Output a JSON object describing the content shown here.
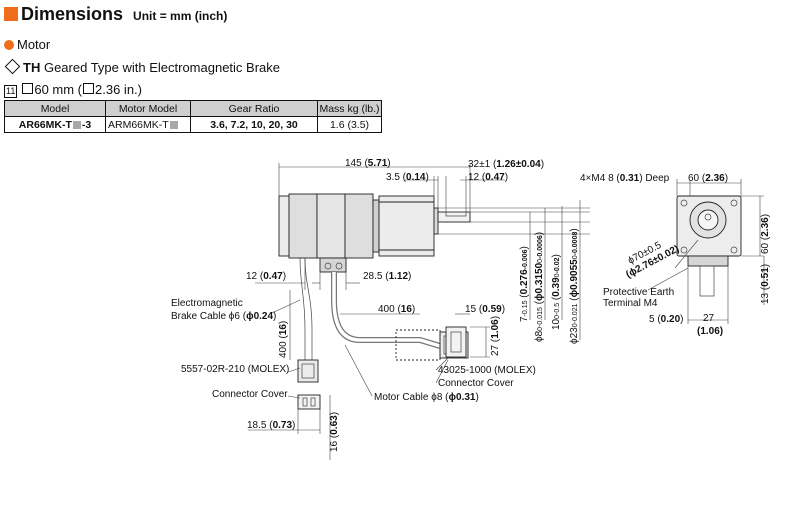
{
  "header": {
    "title": "Dimensions",
    "unit": "Unit = mm (inch)"
  },
  "category": "Motor",
  "subtitle": {
    "bold": "TH",
    "text": " Geared Type with Electromagnetic Brake"
  },
  "frame": {
    "badge": "11",
    "size": "60 mm (",
    "size_end": "2.36 in.)"
  },
  "table": {
    "headers": [
      "Model",
      "Motor Model",
      "Gear Ratio",
      "Mass kg (lb.)"
    ],
    "row": {
      "model_a": "AR66MK-T",
      "model_b": "-3",
      "motor_model": "ARM66MK-T",
      "gear_ratio": "3.6, 7.2, 10, 20, 30",
      "mass": "1.6 (3.5)"
    }
  },
  "drawing": {
    "len_total": "145 (",
    "len_total_b": "5.71",
    "len_total_c": ")",
    "shaft_len": "32±1 (",
    "shaft_len_b": "1.26±0.04",
    "shaft_len_c": ")",
    "pilot_len": "3.5 (",
    "pilot_len_b": "0.14",
    "pilot_len_c": ")",
    "key_len": "12 (",
    "key_len_b": "0.47",
    "key_len_c": ")",
    "cable_pos": "12 (",
    "cable_pos_b": "0.47",
    "cable_pos_c": ")",
    "cable_pos2": "28.5 (",
    "cable_pos2_b": "1.12",
    "cable_pos2_c": ")",
    "brake_cable_1": "Electromagnetic",
    "brake_cable_2": "Brake Cable ϕ6 (",
    "brake_cable_2b": "ϕ0.24",
    "brake_cable_2c": ")",
    "brake_len": "400 (",
    "brake_len_b": "16",
    "brake_len_c": ")",
    "motor_len": "400 (",
    "motor_len_b": "16",
    "motor_len_c": ")",
    "conn_w": "15 (",
    "conn_w_b": "0.59",
    "conn_w_c": ")",
    "conn_h": "27 (",
    "conn_h_b": "1.06",
    "conn_h_c": ")",
    "brake_conn": "5557-02R-210 (MOLEX)",
    "motor_conn": "43025-1000 (MOLEX)",
    "motor_conn_cover": "Connector Cover",
    "conn_cover": "Connector Cover",
    "motor_cable": "Motor Cable ϕ8 (",
    "motor_cable_b": "ϕ0.31",
    "motor_cable_c": ")",
    "cover_w": "18.5 (",
    "cover_w_b": "0.73",
    "cover_w_c": ")",
    "cover_h": "16 (",
    "cover_h_b": "0.63",
    "cover_h_c": ")",
    "shaft_d1": "7",
    "shaft_d1_tol": "-0.15",
    "shaft_d1_in": "0.276",
    "shaft_d1_in_tol": "-0.006",
    "shaft_d2": "ϕ8",
    "shaft_d2_tol": "-0.015",
    "shaft_d2_in": "ϕ0.3150",
    "shaft_d2_in_tol": "-0.0006",
    "shaft_d3": "10",
    "shaft_d3_tol": "-0.5",
    "shaft_d3_in": "0.39",
    "shaft_d3_in_tol": "-0.02",
    "pilot_d": "ϕ23",
    "pilot_d_tol": "-0.021",
    "pilot_d_in": "ϕ0.9055",
    "pilot_d_in_tol": "-0.0008",
    "tol_zero": "0",
    "holes": "4×M4 8 (",
    "holes_b": "0.31",
    "holes_c": ") Deep",
    "flange_w": "60 (",
    "flange_w_b": "2.36",
    "flange_w_c": ")",
    "flange_h": "60 (",
    "flange_h_b": "2.36",
    "flange_h_c": ")",
    "pcd": "ϕ70±0.5",
    "pcd_in": "(ϕ2.76±0.02)",
    "pe_1": "Protective Earth",
    "pe_2": "Terminal M4",
    "pe_x": "5 (",
    "pe_x_b": "0.20",
    "pe_x_c": ")",
    "pe_w": "27",
    "pe_w_in": "(1.06)",
    "pe_h": "13 (",
    "pe_h_b": "0.51",
    "pe_h_c": ")"
  },
  "colors": {
    "accent": "#ee6c1b",
    "table_header": "#cfcfcf",
    "model_square": "#a8a8a8"
  }
}
